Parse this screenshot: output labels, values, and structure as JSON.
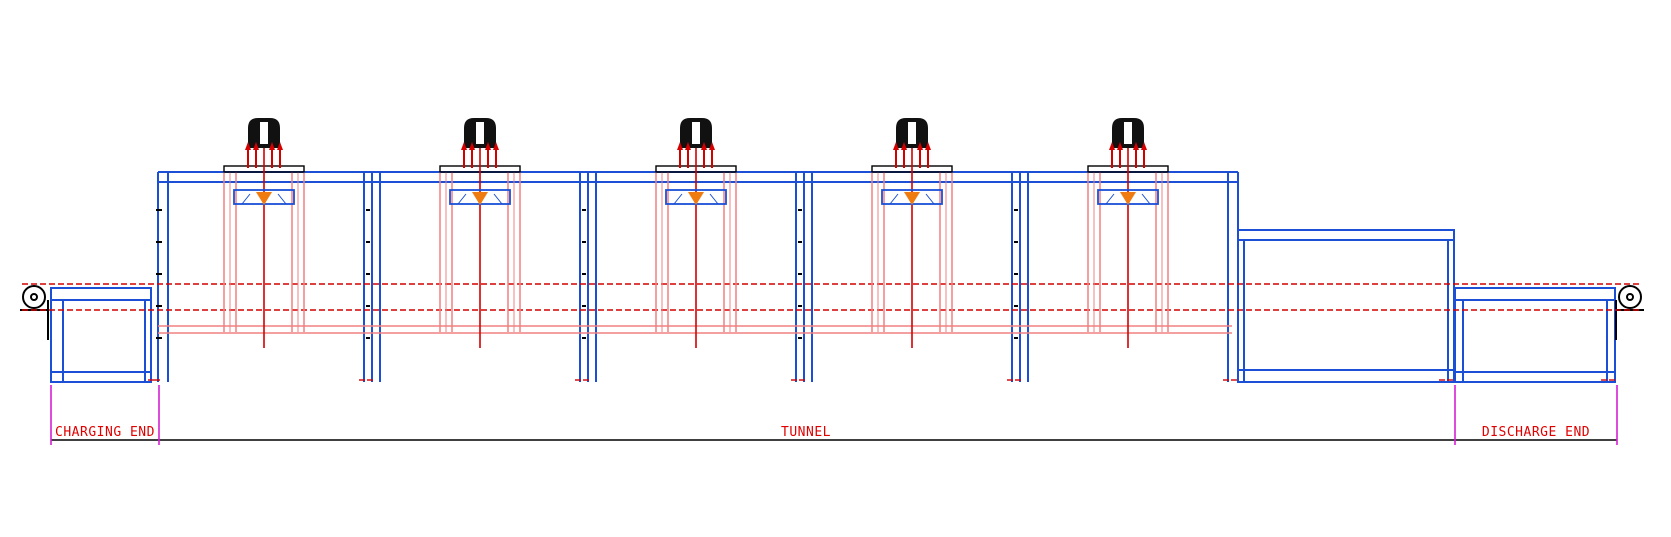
{
  "colors": {
    "frame": "#1a4fd6",
    "heater": "#f08080",
    "axis": "#d40000",
    "magenta": "#d61fd6",
    "motor": "#111111",
    "nozzle": "#f07b10",
    "dim": "#000000"
  },
  "sections": {
    "charging": "CHARGING END",
    "tunnel": "TUNNEL",
    "discharge": "DISCHARGE END"
  },
  "modules": [
    {
      "name": "module-1"
    },
    {
      "name": "module-2"
    },
    {
      "name": "module-3"
    },
    {
      "name": "module-4"
    },
    {
      "name": "module-5"
    }
  ]
}
